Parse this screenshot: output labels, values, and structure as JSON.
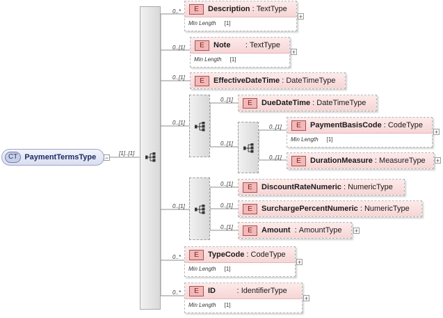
{
  "root": {
    "badge": "CT",
    "name": "PaymentTermsType",
    "cardinality": "[1]..[1]"
  },
  "facet_label": "Min Length",
  "elements": [
    {
      "badge": "E",
      "name": "Description",
      "sep": " : ",
      "type": "TextType",
      "card": "0..*",
      "facet_value": "[1]",
      "expandable": true
    },
    {
      "badge": "E",
      "name": "Note",
      "sep": "       : ",
      "type": "TextType",
      "card": "0..[1]",
      "facet_value": "[1]",
      "expandable": true
    },
    {
      "badge": "E",
      "name": "EffectiveDateTime",
      "sep": " : ",
      "type": "DateTimeType",
      "card": "0..[1]"
    },
    {
      "badge": "E",
      "name": "DueDateTime",
      "sep": " : ",
      "type": "DateTimeType",
      "card": "0..[1]"
    },
    {
      "badge": "E",
      "name": "PaymentBasisCode",
      "sep": " : ",
      "type": "CodeType",
      "card": "0..[1]",
      "facet_value": "[1]",
      "expandable": true
    },
    {
      "badge": "E",
      "name": "DurationMeasure",
      "sep": " : ",
      "type": "MeasureType",
      "card": "0..[1]",
      "expandable": true
    },
    {
      "badge": "E",
      "name": "DiscountRateNumeric",
      "sep": " : ",
      "type": "NumericType",
      "card": "0..[1]"
    },
    {
      "badge": "E",
      "name": "SurchargePercentNumeric",
      "sep": " : ",
      "type": "NumericType",
      "card": "0..[1]"
    },
    {
      "badge": "E",
      "name": "Amount",
      "sep": "  : ",
      "type": "AmountType",
      "card": "0..[1]",
      "expandable": true
    },
    {
      "badge": "E",
      "name": "TypeCode",
      "sep": " : ",
      "type": "CodeType",
      "card": "0..*",
      "facet_value": "[1]",
      "expandable": true
    },
    {
      "badge": "E",
      "name": "ID",
      "sep": "          : ",
      "type": "IdentifierType",
      "card": "0..*",
      "facet_value": "[1]",
      "expandable": true
    }
  ],
  "group_cards": {
    "choice_a": "0..[1]",
    "choice_b": "0..[1]",
    "choice_c": "0..[1]"
  },
  "expand_symbol": "+"
}
